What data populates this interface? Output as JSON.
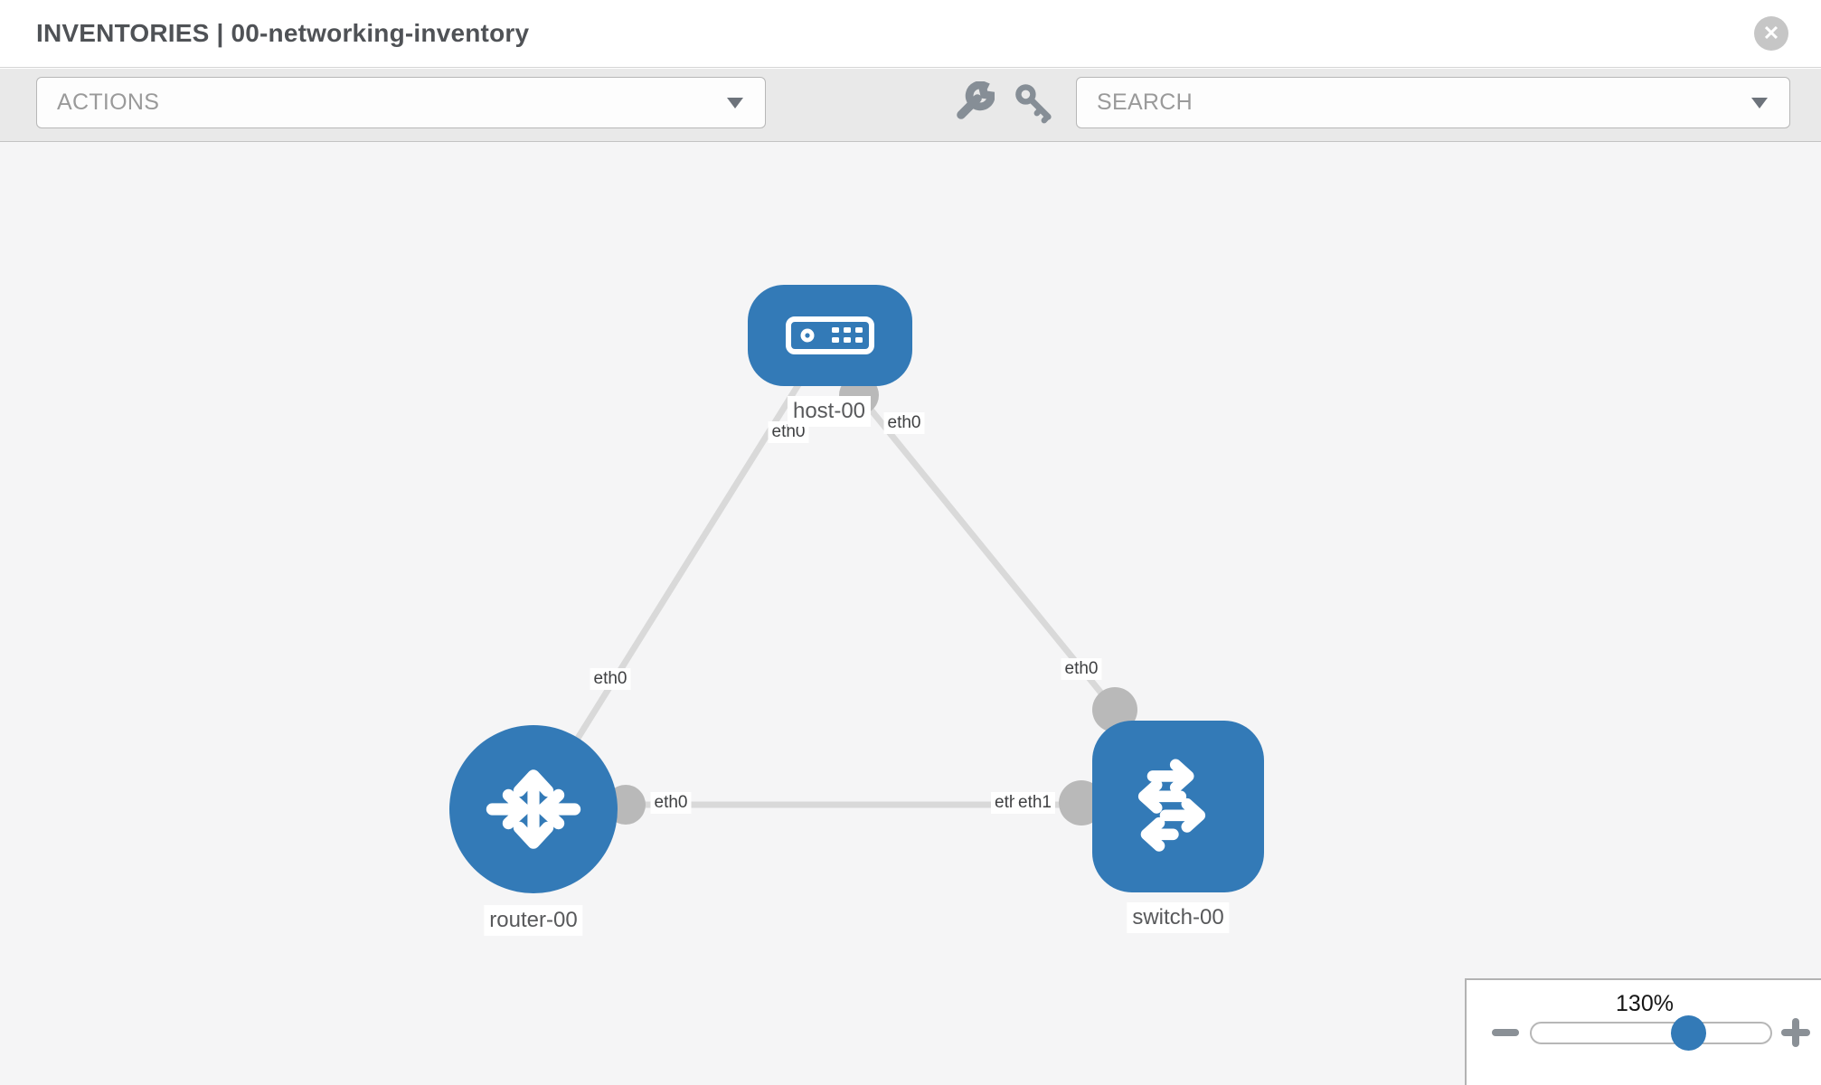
{
  "header": {
    "title": "INVENTORIES | 00-networking-inventory"
  },
  "toolbar": {
    "actions_label": "ACTIONS",
    "search_label": "SEARCH",
    "icons": [
      "wrench-icon",
      "key-icon"
    ]
  },
  "topology": {
    "nodes": [
      {
        "name": "host-00",
        "type": "host"
      },
      {
        "name": "router-00",
        "type": "router"
      },
      {
        "name": "switch-00",
        "type": "switch"
      }
    ],
    "links": [
      {
        "source": "host-00",
        "source_interface": "eth0",
        "target": "router-00",
        "target_interface": "eth0"
      },
      {
        "source": "host-00",
        "source_interface": "eth0",
        "target": "switch-00",
        "target_interface": "eth0"
      },
      {
        "source": "router-00",
        "source_interface": "eth0",
        "target": "switch-00",
        "target_interface": "eth1"
      }
    ],
    "labels": {
      "host": "host-00",
      "router": "router-00",
      "switch": "switch-00",
      "host_if_left": "eth0",
      "host_if_right": "eth0",
      "link_host_router_if": "eth0",
      "link_host_switch_if": "eth0",
      "link_mid_router_if": "eth0",
      "link_mid_switch_if_back": "eth0",
      "link_mid_switch_if_front": "eth1"
    },
    "colors": {
      "node_blue": "#337ab7",
      "link_gray": "#d9d9d9",
      "connector_gray": "#b9b9b9",
      "canvas_bg": "#f5f5f6"
    }
  },
  "zoom_control": {
    "value": "130%"
  }
}
